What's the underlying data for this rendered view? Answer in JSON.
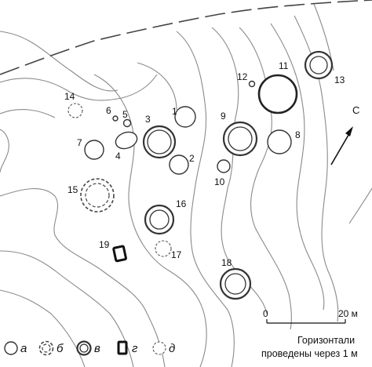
{
  "objects": [
    {
      "label": "1"
    },
    {
      "label": "2"
    },
    {
      "label": "3"
    },
    {
      "label": "4"
    },
    {
      "label": "5"
    },
    {
      "label": "6"
    },
    {
      "label": "7"
    },
    {
      "label": "8"
    },
    {
      "label": "9"
    },
    {
      "label": "10"
    },
    {
      "label": "11"
    },
    {
      "label": "12"
    },
    {
      "label": "13"
    },
    {
      "label": "14"
    },
    {
      "label": "15"
    },
    {
      "label": "16"
    },
    {
      "label": "17"
    },
    {
      "label": "18"
    },
    {
      "label": "19"
    }
  ],
  "north_label": "С",
  "scale": {
    "min_label": "0",
    "max_label": "20 м"
  },
  "contour_note": {
    "line1": "Горизонтали",
    "line2": "проведены через 1 м"
  },
  "legend": [
    {
      "letter": "а"
    },
    {
      "letter": "б"
    },
    {
      "letter": "в"
    },
    {
      "letter": "г"
    },
    {
      "letter": "д"
    }
  ]
}
